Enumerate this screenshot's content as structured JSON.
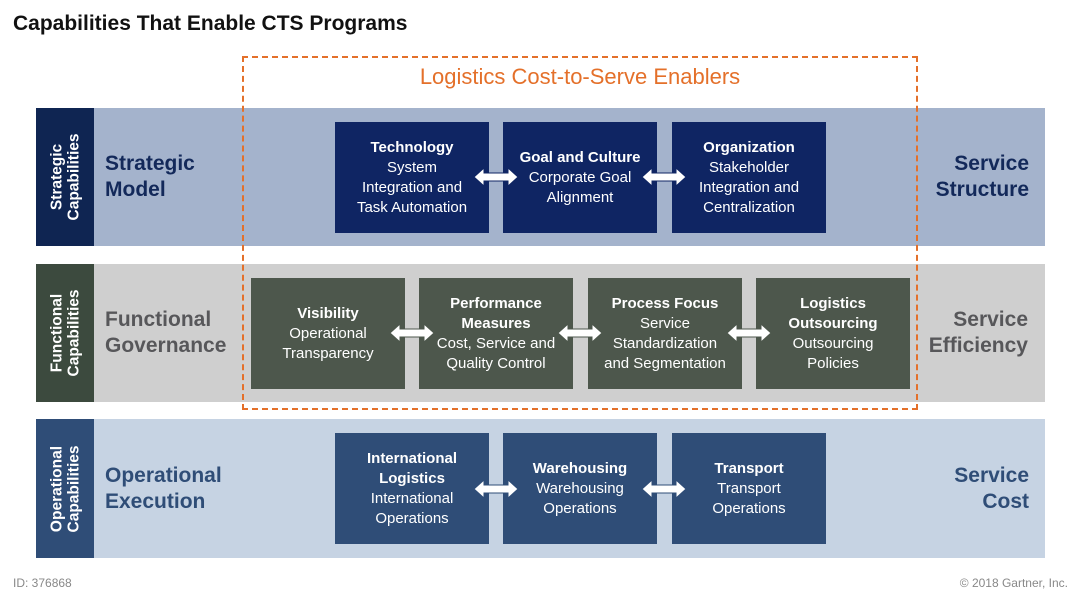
{
  "title": "Capabilities That Enable CTS Programs",
  "enablers_title": "Logistics Cost-to-Serve Enablers",
  "accent_color": "#e4702a",
  "bands": {
    "strategic": {
      "vertical_label": "Strategic\nCapabilities",
      "left_label": "Strategic\nModel",
      "right_label": "Service\nStructure",
      "boxes": [
        {
          "title": "Technology",
          "desc": "System\nIntegration and\nTask Automation"
        },
        {
          "title": "Goal and Culture",
          "desc": "Corporate Goal\nAlignment"
        },
        {
          "title": "Organization",
          "desc": "Stakeholder\nIntegration and\nCentralization"
        }
      ]
    },
    "functional": {
      "vertical_label": "Functional\nCapabilities",
      "left_label": "Functional\nGovernance",
      "right_label": "Service\nEfficiency",
      "boxes": [
        {
          "title": "Visibility",
          "desc": "Operational\nTransparency"
        },
        {
          "title": "Performance\nMeasures",
          "desc": "Cost, Service and\nQuality Control"
        },
        {
          "title": "Process Focus",
          "desc": "Service\nStandardization\nand Segmentation"
        },
        {
          "title": "Logistics\nOutsourcing",
          "desc": "Outsourcing\nPolicies"
        }
      ]
    },
    "operational": {
      "vertical_label": "Operational\nCapabilities",
      "left_label": "Operational\nExecution",
      "right_label": "Service\nCost",
      "boxes": [
        {
          "title": "International\nLogistics",
          "desc": "International\nOperations"
        },
        {
          "title": "Warehousing",
          "desc": "Warehousing\nOperations"
        },
        {
          "title": "Transport",
          "desc": "Transport\nOperations"
        }
      ]
    }
  },
  "footer": {
    "id": "ID: 376868",
    "copyright": "© 2018 Gartner, Inc."
  }
}
